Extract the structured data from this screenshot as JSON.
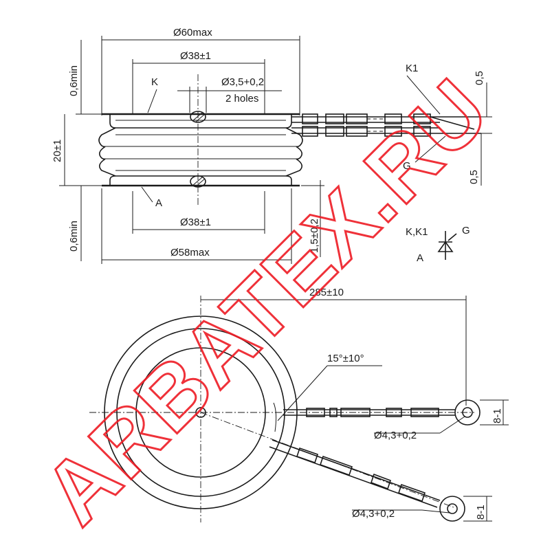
{
  "side_view": {
    "dim_top_width": "Ø60max",
    "dim_inner_top": "Ø38±1",
    "label_k": "K",
    "dim_hole": "Ø3,5+0,2",
    "dim_holes_count": "2 holes",
    "label_k1": "K1",
    "dim_right_top": "0,5",
    "dim_left_top": "0,6min",
    "dim_height": "20±1",
    "label_g": "G",
    "dim_right_bottom": "0,5",
    "label_a": "A",
    "dim_inner_bottom": "Ø38±1",
    "dim_left_bottom": "0,6min",
    "dim_recess": "1,5±0,2",
    "dim_bottom_width": "Ø58max"
  },
  "symbol": {
    "label_terminals": "K,K1",
    "label_gate": "G",
    "label_anode": "A"
  },
  "top_view": {
    "dim_length": "285±10",
    "dim_angle": "15°±10°",
    "dim_eye_1": "Ø4,3+0,2",
    "dim_eye_1_width": "8-1",
    "dim_eye_2": "Ø4,3+0,2",
    "dim_eye_2_width": "8-1"
  },
  "watermark": "ARBATEX.RU",
  "colors": {
    "line": "#1a1a1a",
    "watermark": "#ee1b24",
    "background": "#ffffff"
  }
}
